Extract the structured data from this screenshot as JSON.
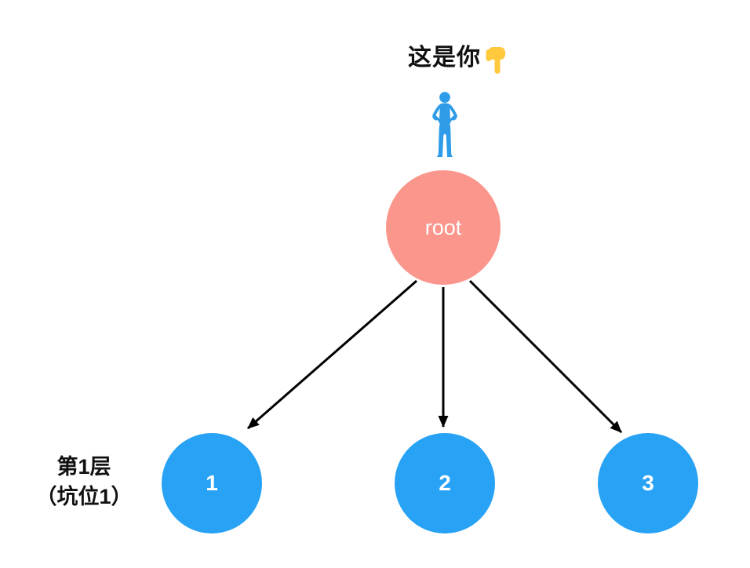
{
  "title": {
    "text": "这是你",
    "pointer_icon": "pointing-down-hand"
  },
  "figure": {
    "person_icon": "standing-person"
  },
  "tree": {
    "root": {
      "label": "root"
    },
    "children": [
      {
        "label": "1"
      },
      {
        "label": "2"
      },
      {
        "label": "3"
      }
    ]
  },
  "level_label": {
    "line1": "第1层",
    "line2": "（坑位1）"
  },
  "colors": {
    "root_node": "#FB968C",
    "child_node": "#28A2F5",
    "person": "#2E9CE9",
    "hand": "#FFC83D",
    "arrow": "#000000",
    "text": "#111111",
    "node_text": "#FFFFFF"
  }
}
